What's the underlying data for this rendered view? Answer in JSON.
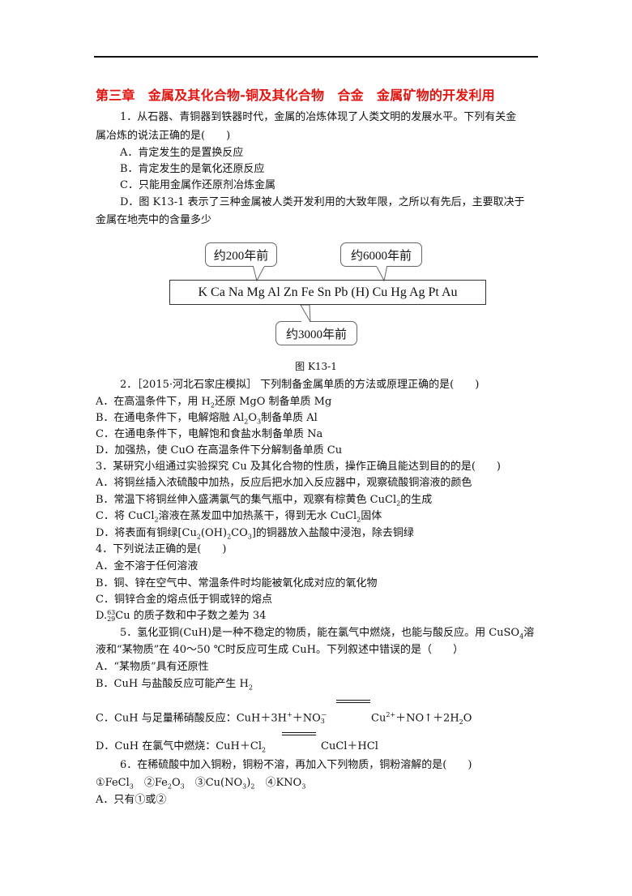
{
  "title": "第三章　金属及其化合物-铜及其化合物　合金　金属矿物的开发利用",
  "q1": {
    "stem_line1": "1．从石器、青铜器到铁器时代，金属的冶炼体现了人类文明的发展水平。下列有关金",
    "stem_line2": "属冶炼的说法正确的是(　　)",
    "opt_a": "A．肯定发生的是置换反应",
    "opt_b": "B．肯定发生的是氧化还原反应",
    "opt_c": "C．只能用金属作还原剂冶炼金属",
    "opt_d_line1": "D．图 K13-1 表示了三种金属被人类开发利用的大致年限，之所以有先后，主要取决于",
    "opt_d_line2": "金属在地壳中的含量多少"
  },
  "figure": {
    "series": "K Ca Na Mg Al Zn Fe Sn Pb (H) Cu Hg Ag Pt Au",
    "callout_al": "约200年前",
    "callout_cu": "约6000年前",
    "callout_fe": "约3000年前",
    "caption": "图 K13-1"
  },
  "q2": {
    "stem": "2．［2015·河北石家庄模拟］ 下列制备金属单质的方法或原理正确的是(　　)",
    "opt_a_pre": "A．在高温条件下，用 H",
    "opt_a_sub": "2",
    "opt_a_post": "还原 MgO 制备单质 Mg",
    "opt_b_pre": "B．在通电条件下，电解熔融 Al",
    "opt_b_sub1": "2",
    "opt_b_mid": "O",
    "opt_b_sub2": "3",
    "opt_b_post": "制备单质 Al",
    "opt_c": "C．在通电条件下，电解饱和食盐水制备单质 Na",
    "opt_d": "D．加强热，使 CuO 在高温条件下分解制备单质 Cu"
  },
  "q3": {
    "stem": "3．某研究小组通过实验探究 Cu 及其化合物的性质，操作正确且能达到目的的是(　　)",
    "opt_a": "A．将铜丝插入浓硫酸中加热，反应后把水加入反应器中，观察硫酸铜溶液的颜色",
    "opt_b_pre": "B．常温下将铜丝伸入盛满氯气的集气瓶中，观察有棕黄色 CuCl",
    "opt_b_sub": "2",
    "opt_b_post": "的生成",
    "opt_c_pre": "C．将 CuCl",
    "opt_c_sub": "2",
    "opt_c_mid": "溶液在蒸发皿中加热蒸干，得到无水 CuCl",
    "opt_c_sub2": "2",
    "opt_c_post": "固体",
    "opt_d_pre": "D．将表面有铜绿[Cu",
    "opt_d_sub1": "2",
    "opt_d_mid1": "(OH)",
    "opt_d_sub2": "2",
    "opt_d_mid2": "CO",
    "opt_d_sub3": "3",
    "opt_d_post": "]的铜器放入盐酸中浸泡，除去铜绿"
  },
  "q4": {
    "stem": "4．下列说法正确的是(　　)",
    "opt_a": "A．金不溶于任何溶液",
    "opt_b": "B．铜、锌在空气中、常温条件时均能被氧化成对应的氧化物",
    "opt_c": "C．铜锌合金的熔点低于铜或锌的熔点",
    "opt_d_pre": "D.",
    "opt_d_mass": "63",
    "opt_d_atomic": "29",
    "opt_d_post": "Cu 的质子数和中子数之差为 34"
  },
  "q5": {
    "stem_line1_pre": "5．氢化亚铜(CuH)是一种不稳定的物质，能在氯气中燃烧，也能与酸反应。用 CuSO",
    "stem_line1_sub": "4",
    "stem_line1_post": "溶",
    "stem_line2": "液和“某物质”在 40～50 ℃时反应可生成 CuH。下列叙述中错误的是（　　）",
    "opt_a": "A．“某物质”具有还原性",
    "opt_b_pre": "B．CuH 与盐酸反应可能产生 H",
    "opt_b_sub": "2",
    "opt_c_lhs": "C．CuH 与足量稀硝酸反应：CuH＋3H",
    "opt_c_sup1": "+",
    "opt_c_no3": "＋NO",
    "opt_c_sub_no3": "3",
    "opt_c_sup_no3": "－",
    "opt_c_rhs_pre": "Cu",
    "opt_c_sup2": "2+",
    "opt_c_rhs_mid": "＋NO↑＋2H",
    "opt_c_sub_h2o": "2",
    "opt_c_rhs_post": "O",
    "opt_d_lhs_pre": "D．CuH 在氯气中燃烧：CuH＋Cl",
    "opt_d_sub": "2",
    "opt_d_rhs": "CuCl＋HCl"
  },
  "q6": {
    "stem": "6．在稀硫酸中加入铜粉，铜粉不溶，再加入下列物质，铜粉溶解的是(　　)",
    "items_1_pre": "①FeCl",
    "items_1_sub": "3",
    "items_2_pre": "　②Fe",
    "items_2_sub1": "2",
    "items_2_mid": "O",
    "items_2_sub2": "3",
    "items_3_pre": "　③Cu(NO",
    "items_3_sub1": "3",
    "items_3_mid": ")",
    "items_3_sub2": "2",
    "items_4_pre": "　④KNO",
    "items_4_sub": "3",
    "opt_a": "A．只有①或②"
  }
}
